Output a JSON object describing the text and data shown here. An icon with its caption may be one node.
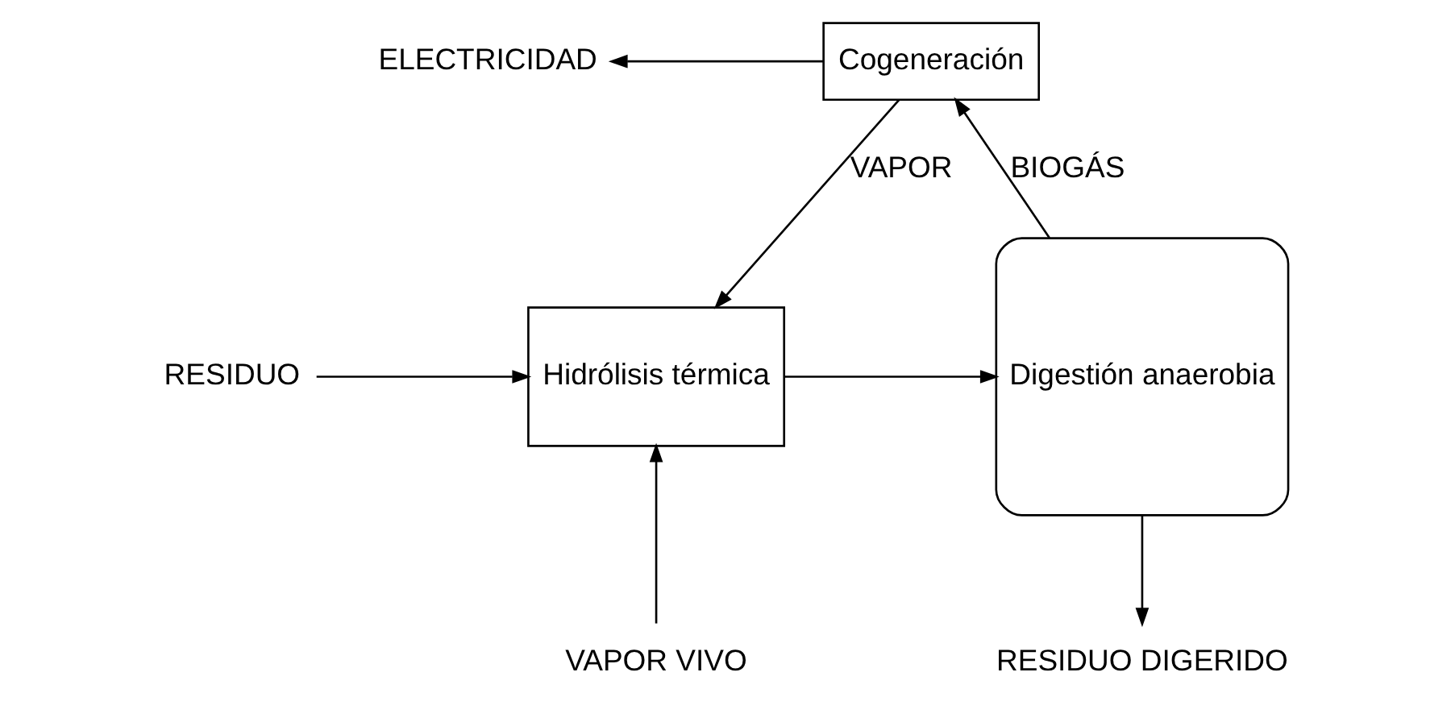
{
  "diagram": {
    "nodes": [
      {
        "text": [
          "Cogeneración"
        ]
      },
      {
        "text": [
          "Hidrólisis térmica"
        ]
      },
      {
        "text": [
          "Digestión anaerobia"
        ]
      },
      {
        "text": [
          "ELECTRICIDAD"
        ]
      },
      {
        "text": [
          "RESIDUO"
        ]
      },
      {
        "text": [
          "VAPOR VIVO"
        ]
      },
      {
        "text": [
          "RESIDUO DIGERIDO"
        ]
      }
    ],
    "edges": [
      {
        "from": 0,
        "to": 3,
        "arrow": "to"
      },
      {
        "from": 0,
        "to": 1,
        "arrow": "to",
        "label": "VAPOR"
      },
      {
        "from": 4,
        "to": 1,
        "arrow": "to"
      },
      {
        "from": 5,
        "to": 1,
        "arrow": "to"
      },
      {
        "from": 1,
        "to": 2,
        "arrow": "to"
      },
      {
        "from": 2,
        "to": 0,
        "arrow": "to",
        "label": "BIOGÁS"
      },
      {
        "from": 2,
        "to": 6,
        "arrow": "to"
      }
    ]
  }
}
